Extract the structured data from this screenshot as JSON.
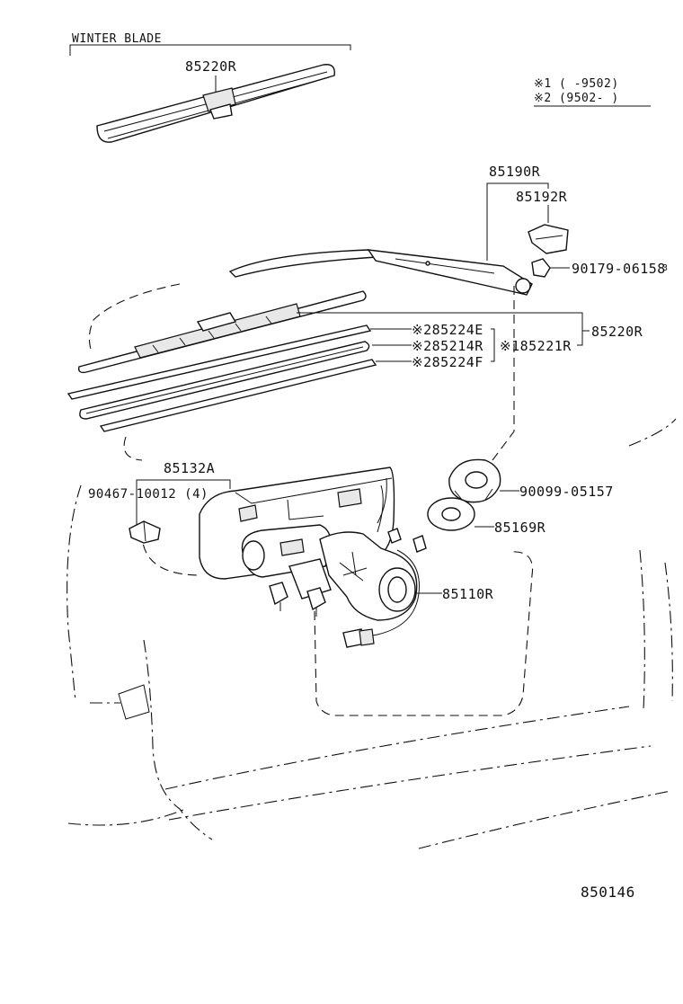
{
  "header": {
    "section_title": "WINTER BLADE"
  },
  "notes": {
    "note1": "※1 (    -9502)",
    "note2": "※2 (9502-    )"
  },
  "parts": {
    "winter_blade": "85220R",
    "arm_assembly": "85190R",
    "arm_cap": "85192R",
    "nut": "90179-06158",
    "nut_suffix": "3",
    "blade_assembly": "85220R",
    "blade_rubber_e": "※285224E",
    "blade_rubber_refill": "※285214R",
    "blade_rubber_f": "※285224F",
    "blade_set": "※185221R",
    "motor_cover": "85132A",
    "screw": "90467-10012 (4)",
    "grommet": "90099-05157",
    "washer": "85169R",
    "motor": "85110R"
  },
  "footer": {
    "diagram_code": "850146"
  }
}
